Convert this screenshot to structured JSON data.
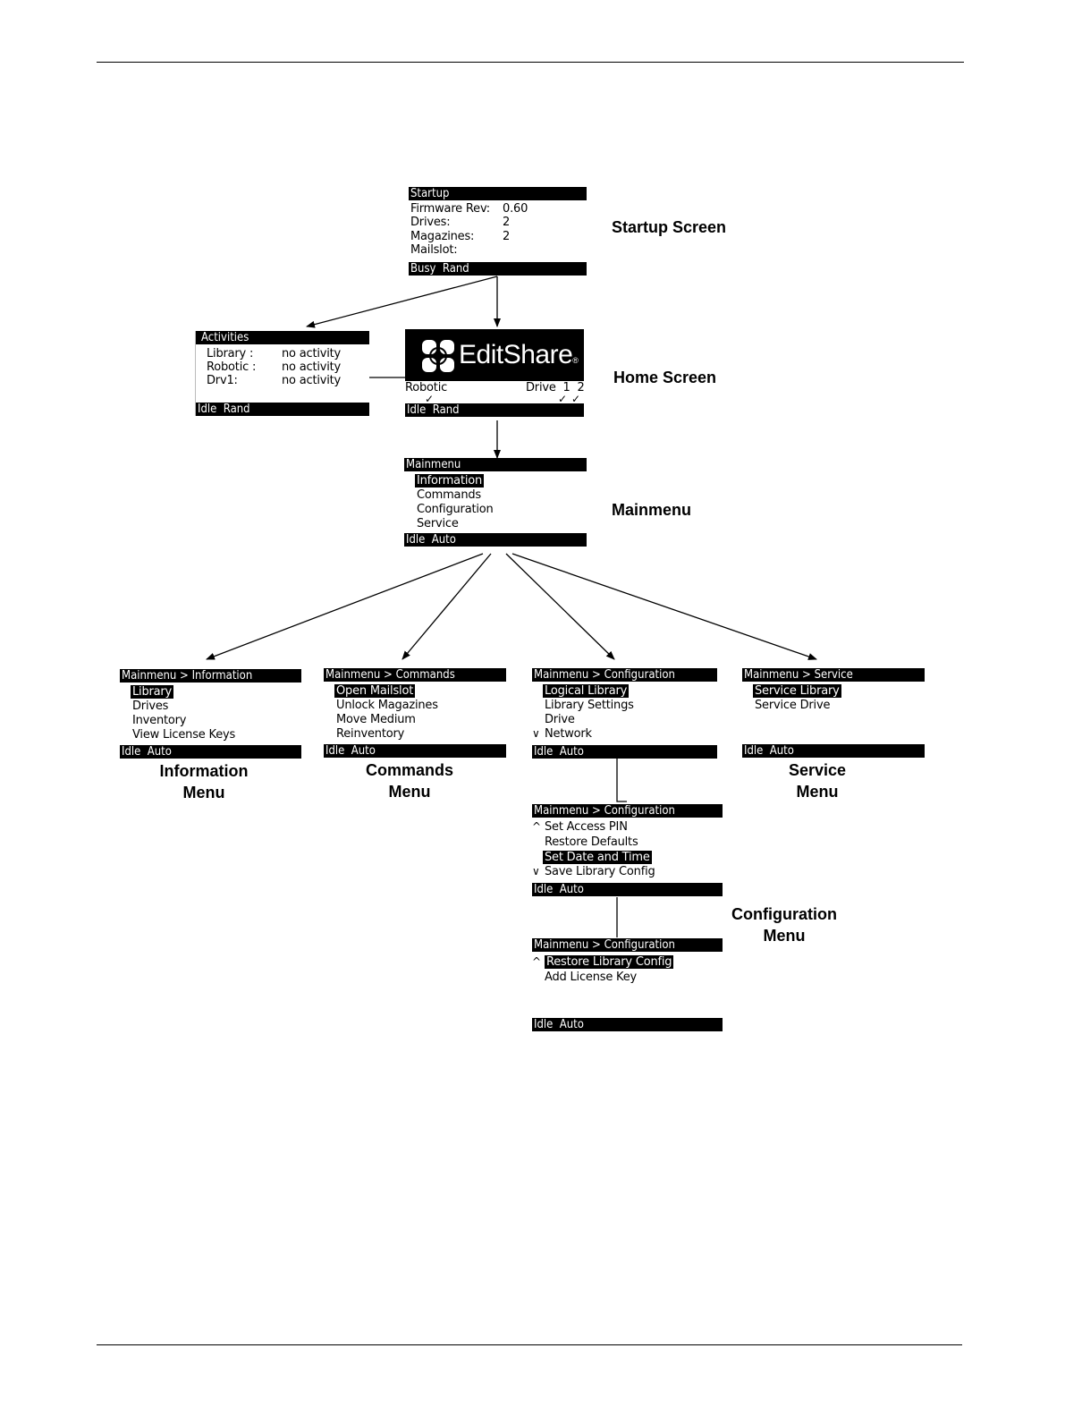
{
  "startup": {
    "header": "Startup",
    "rows": [
      {
        "label": "Firmware Rev:",
        "value": "0.60"
      },
      {
        "label": "Drives:",
        "value": "2"
      },
      {
        "label": "Magazines:",
        "value": "2"
      },
      {
        "label": "Mailslot:",
        "value": ""
      }
    ],
    "footer": "Busy  Rand",
    "caption": "Startup Screen"
  },
  "activities": {
    "header": "Activities",
    "rows": [
      {
        "label": "Library :",
        "value": "no activity"
      },
      {
        "label": "Robotic :",
        "value": "no activity"
      },
      {
        "label": "Drv1:",
        "value": "no activity"
      }
    ],
    "footer": "Idle  Rand"
  },
  "home": {
    "logo_text": "EditShare",
    "logo_mark": "®",
    "robotic_label": "Robotic",
    "drive_label": "Drive  1  2",
    "check": "✓",
    "footer": "Idle  Rand",
    "caption": "Home Screen"
  },
  "mainmenu": {
    "header": "Mainmenu",
    "items": [
      "Information",
      "Commands",
      "Configuration",
      "Service"
    ],
    "footer": "Idle  Auto",
    "caption": "Mainmenu"
  },
  "information": {
    "header": "Mainmenu > Information",
    "items": [
      "Library",
      "Drives",
      "Inventory",
      "View License Keys"
    ],
    "footer": "Idle  Auto",
    "caption": "Information\nMenu"
  },
  "commands": {
    "header": "Mainmenu > Commands",
    "items": [
      "Open Mailslot",
      "Unlock Magazines",
      "Move Medium",
      "Reinventory"
    ],
    "footer": "Idle  Auto",
    "caption": "Commands\nMenu"
  },
  "configuration": {
    "screens": [
      {
        "header": "Mainmenu > Configuration",
        "items": [
          "Logical Library",
          "Library Settings",
          "Drive",
          "Network"
        ],
        "footer": "Idle  Auto"
      },
      {
        "header": "Mainmenu > Configuration",
        "items": [
          "Set Access PIN",
          "Restore Defaults",
          "Set Date and Time",
          "Save Library Config"
        ],
        "footer": "Idle  Auto"
      },
      {
        "header": "Mainmenu > Configuration",
        "items": [
          "Restore Library Config",
          "Add License Key"
        ],
        "footer": "Idle  Auto"
      }
    ],
    "scroll_up": "^",
    "scroll_down": "∨",
    "caption": "Configuration\nMenu"
  },
  "service": {
    "header": "Mainmenu > Service",
    "items": [
      "Service Library",
      "Service Drive"
    ],
    "footer": "Idle  Auto",
    "caption": "Service\nMenu"
  }
}
